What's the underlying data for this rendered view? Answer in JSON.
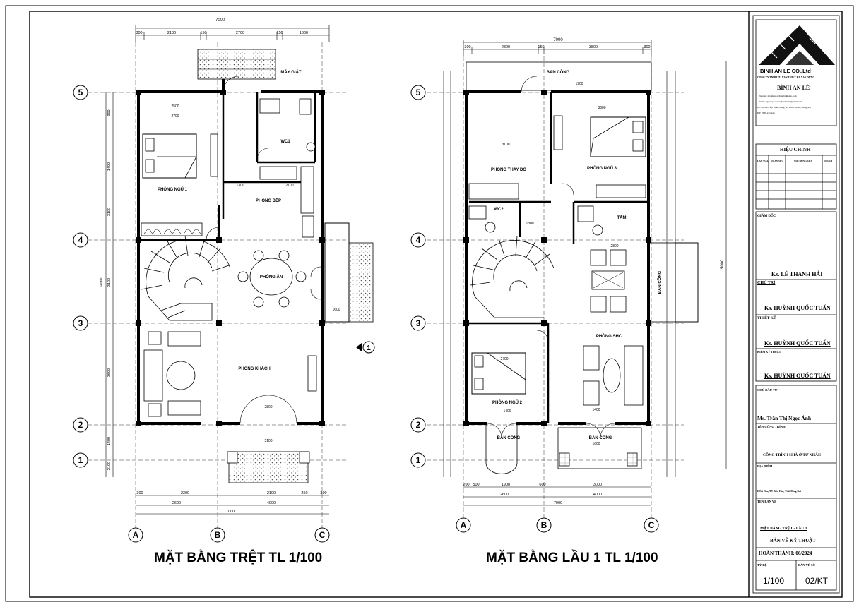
{
  "plans": {
    "ground": {
      "title": "MẶT BẰNG TRỆT  TL 1/100",
      "overall_dim": "7000",
      "top_dims": [
        "300",
        "2100",
        "150",
        "2700",
        "150",
        "1600"
      ],
      "bottom_dims_1": [
        "300",
        "2300",
        "2100",
        "250",
        "300"
      ],
      "bottom_dims_2": [
        "2600",
        "4000"
      ],
      "bottom_overall": "7000",
      "left_dims": [
        "900",
        "1400",
        "3100",
        "3100",
        "3600",
        "1400",
        "2100"
      ],
      "left_overall": "14000",
      "rooms": {
        "bedroom1": "PHÒNG NGỦ 1",
        "kitchen": "PHÒNG BẾP",
        "dining": "PHÒNG ĂN",
        "living": "PHÒNG KHÁCH",
        "wc": "WC1",
        "dryer": "MÁY GIẶT"
      },
      "dims_inner": [
        "2500",
        "2700",
        "1300",
        "2100",
        "2800",
        "3100",
        "1600"
      ],
      "section_marker": "1"
    },
    "first": {
      "title": "MẶT BẰNG LẦU 1  TL 1/100",
      "overall_dim": "7000",
      "top_dims": [
        "300",
        "2800",
        "150",
        "3800",
        "300"
      ],
      "bottom_dims_1": [
        "200",
        "500",
        "1900",
        "600",
        "3000"
      ],
      "bottom_dims_2": [
        "2600",
        "4000"
      ],
      "bottom_overall": "7000",
      "right_overall": "15000",
      "rooms": {
        "balcony_top": "BAN CÔNG",
        "dressing": "PHÒNG THAY ĐỒ",
        "bedroom3": "PHÒNG NGỦ 3",
        "bedroom2": "PHÒNG NGỦ 2",
        "family": "PHÒNG SHC",
        "wc": "WC2",
        "bath": "TẮM",
        "balcony_left": "BAN CÔNG",
        "balcony_right": "BAN CÔNG",
        "balcony_side": "BAN CÔNG"
      },
      "dims_inner": [
        "3100",
        "3600",
        "2700",
        "1400",
        "1300",
        "2800",
        "1600",
        "1400",
        "1900"
      ]
    }
  },
  "axes": {
    "columns": [
      "A",
      "B",
      "C"
    ],
    "rows": [
      "5",
      "4",
      "3",
      "2",
      "1"
    ]
  },
  "titleblock": {
    "company": "BINH AN LE CO.,Ltd",
    "company_sub": "CÔNG TY TNHH TƯ VẤN THIẾT KẾ XÂY DỰNG",
    "company_name": "BÌNH AN LÊ",
    "company_lines": [
      "Website: ngoidepxaydungbinhanle.com",
      "Email: ngoidepxaydungbinhanle@gmail.com",
      "ĐC: 103/12, Ấp Bình Trưng, Xã Bình Thành, Đồng Nai",
      "ĐT: 0938.xxx.xxx"
    ],
    "revision_title": "HIỆU CHỈNH",
    "revision_headers": [
      "LẦN SỬA",
      "NGÀY SỬA",
      "NỘI DUNG SỬA",
      "NGƯỜI"
    ],
    "director_label": "GIÁM ĐỐC",
    "director": "Ks. LÊ THANH HẢI",
    "chief_label": "CHỦ TRÌ",
    "chief": "Ks. HUỲNH QUỐC TUẤN",
    "design_label": "THIẾT KẾ",
    "design": "Ks. HUỲNH QUỐC TUẤN",
    "check_label": "KIỂM KỸ THUẬT",
    "check": "Ks. HUỲNH QUỐC TUẤN",
    "owner_label": "CHỦ ĐẦU TƯ",
    "owner": "Ms. Trần Thị Ngọc Ánh",
    "project_label": "TÊN CÔNG TRÌNH",
    "project": "CÔNG TRÌNH NHÀ Ở TƯ NHÂN",
    "location_label": "ĐỊA ĐIỂM",
    "location": "KTái Hòa, TP. Biên Hòa, Tỉnh Đồng Nai",
    "drawing_label": "TÊN BẢN VẼ",
    "drawing": "MẶT BẰNG TRỆT - LẦU 1",
    "drawing_type": "BẢN VẼ KỸ THUẬT",
    "completed": "HOÀN THÀNH: 06/2024",
    "scale_label": "TỶ LỆ",
    "sheet_label": "BẢN VẼ SỐ",
    "scale": "1/100",
    "sheet": "02/KT"
  }
}
